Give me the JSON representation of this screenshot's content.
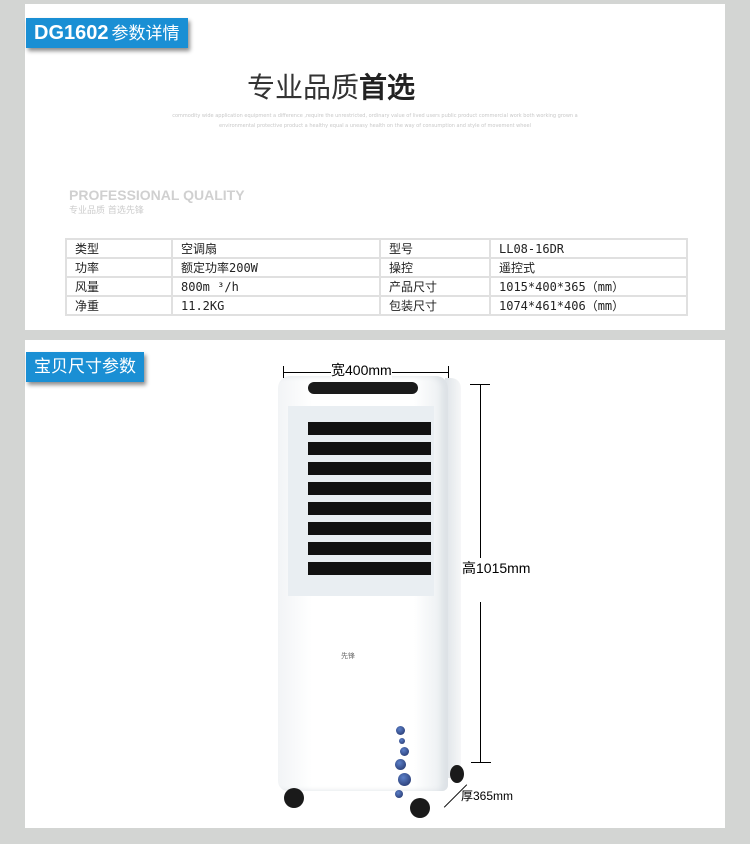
{
  "section1": {
    "label_code": "DG1602",
    "label_text": "参数详情",
    "headline_normal": "专业品质",
    "headline_bold": "首选",
    "fine_line1": "commodity wide application equipment a difference ,require the unrestricted, ordinary value of lived users public product commercial work both working grown a",
    "fine_line2": "environmental protective product a healthy equal a uneasy health on the way of consumption and style of movement wheel",
    "pq_en": "PROFESSIONAL QUALITY",
    "pq_cn": "专业品质  首选先锋"
  },
  "specs": [
    {
      "k1": "类型",
      "v1": "空调扇",
      "k2": "型号",
      "v2": "LL08-16DR"
    },
    {
      "k1": "功率",
      "v1": "额定功率200W",
      "k2": "操控",
      "v2": "遥控式"
    },
    {
      "k1": "风量",
      "v1": "800m ³/h",
      "k2": "产品尺寸",
      "v2": "1015*400*365（mm）"
    },
    {
      "k1": "净重",
      "v1": "11.2KG",
      "k2": "包装尺寸",
      "v2": "1074*461*406（mm）"
    }
  ],
  "section2": {
    "label_text": "宝贝尺寸参数",
    "width": "宽400mm",
    "height": "高1015mm",
    "depth": "厚365mm",
    "brand": "先锋"
  }
}
